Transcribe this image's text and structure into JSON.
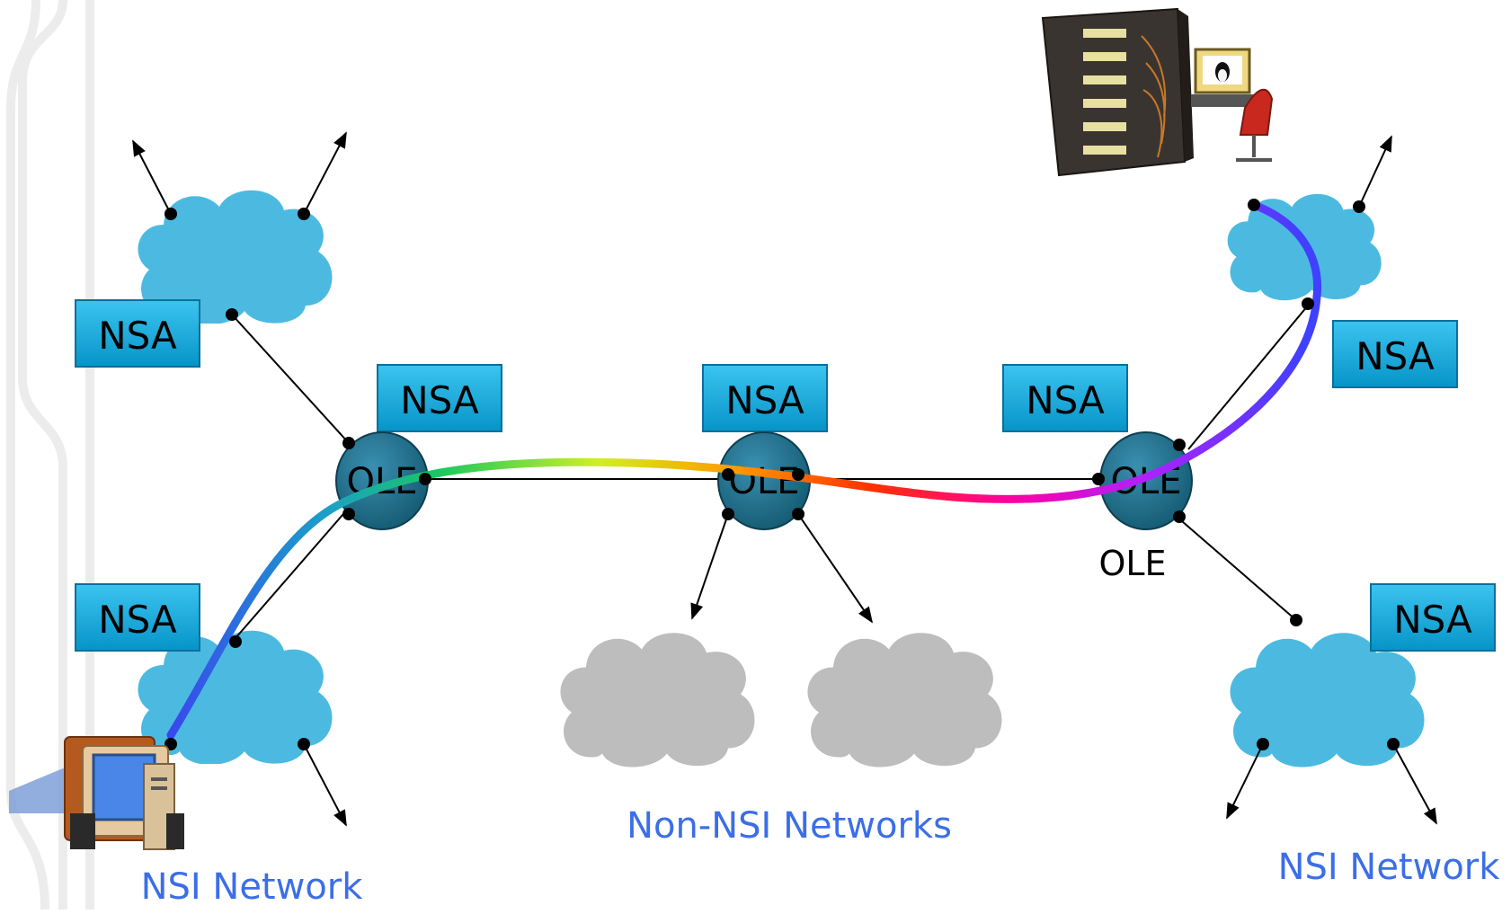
{
  "labels": {
    "nsa": "NSA",
    "ole": "OLE",
    "ole_caption": "OLE",
    "non_nsi": "Non-NSI Networks",
    "nsi_left": "NSI Network",
    "nsi_right": "NSI Network"
  },
  "colors": {
    "cloud_nsi": "#4cbae0",
    "cloud_non_nsi": "#bdbdbd",
    "nsa_box": "#0aaadf",
    "ole_node": "#1e6d87",
    "caption_blue": "#3b6ee8",
    "path_gradient": [
      "#3a46f0",
      "#1aa0c8",
      "#1ac860",
      "#d0f020",
      "#ff9a00",
      "#ff3000",
      "#ff00a0",
      "#b020ff",
      "#4040ff"
    ]
  },
  "icons": {
    "left_host": "desktop-computer-icon",
    "right_host": "server-rack-workstation-icon"
  }
}
